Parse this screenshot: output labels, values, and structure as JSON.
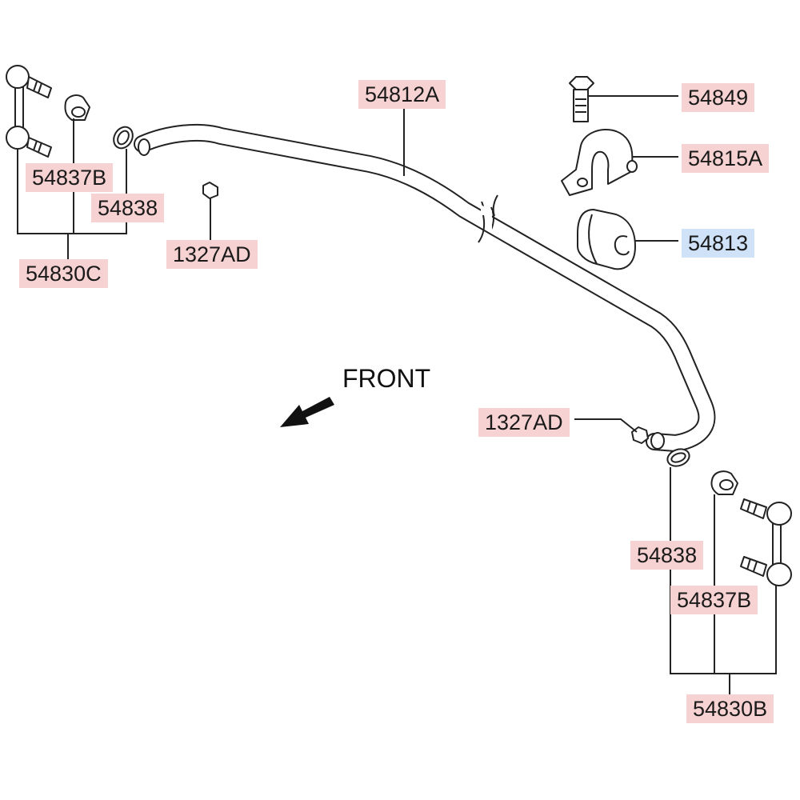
{
  "colors": {
    "label_bg": "#f7d2d2",
    "label_highlight_bg": "#cfe2f8",
    "ink": "#222222"
  },
  "direction": {
    "text": "FRONT",
    "icon": "arrow-down-left-icon"
  },
  "labels": {
    "bar": "54812A",
    "bolt": "54849",
    "bracket": "54815A",
    "bushing": "54813",
    "left_bushing": "54837B",
    "left_ring": "54838",
    "left_nut": "1327AD",
    "left_link_assy": "54830C",
    "right_nut": "1327AD",
    "right_ring": "54838",
    "right_bushing": "54837B",
    "right_link_assy": "54830B"
  }
}
